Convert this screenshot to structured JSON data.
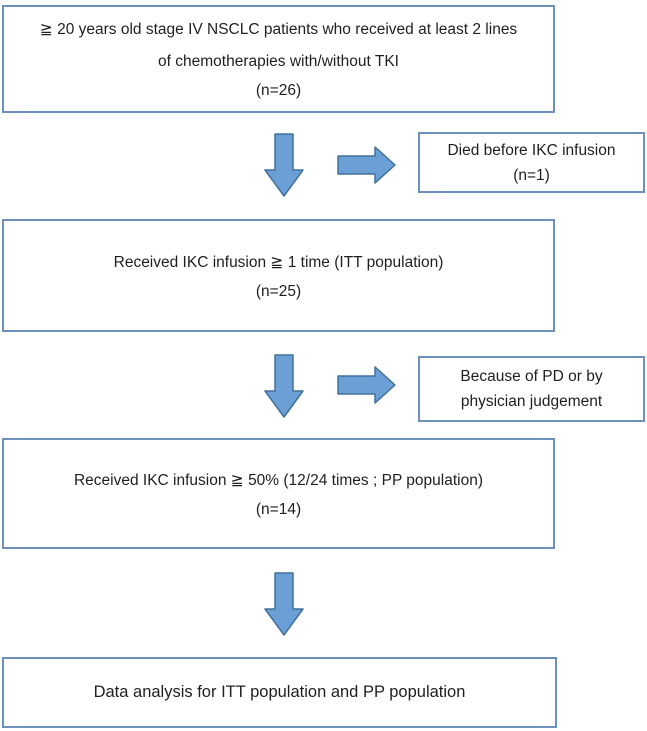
{
  "diagram": {
    "colors": {
      "box_border": "#6E91BC",
      "arrow_fill": "#6C9FD5",
      "arrow_stroke": "#41719C",
      "text": "#1F1F1F",
      "background": "#FFFFFF"
    },
    "main_boxes": [
      {
        "lines": [
          "≧ 20 years old stage IV NSCLC patients who received at least 2 lines",
          "of chemotherapies with/without TKI",
          "(n=26)"
        ]
      },
      {
        "lines": [
          "Received IKC infusion ≧ 1 time (ITT population)",
          "(n=25)"
        ]
      },
      {
        "lines": [
          "Received IKC infusion ≧ 50% (12/24 times ; PP population)",
          "(n=14)"
        ]
      },
      {
        "lines": [
          "Data analysis for ITT population and PP population"
        ]
      }
    ],
    "side_boxes": [
      {
        "lines": [
          "Died before IKC infusion",
          "(n=1)"
        ]
      },
      {
        "lines": [
          "Because of PD or by",
          "physician judgement"
        ]
      }
    ],
    "arrows": [
      "down-arrow",
      "right-arrow",
      "down-arrow",
      "right-arrow",
      "down-arrow"
    ]
  }
}
